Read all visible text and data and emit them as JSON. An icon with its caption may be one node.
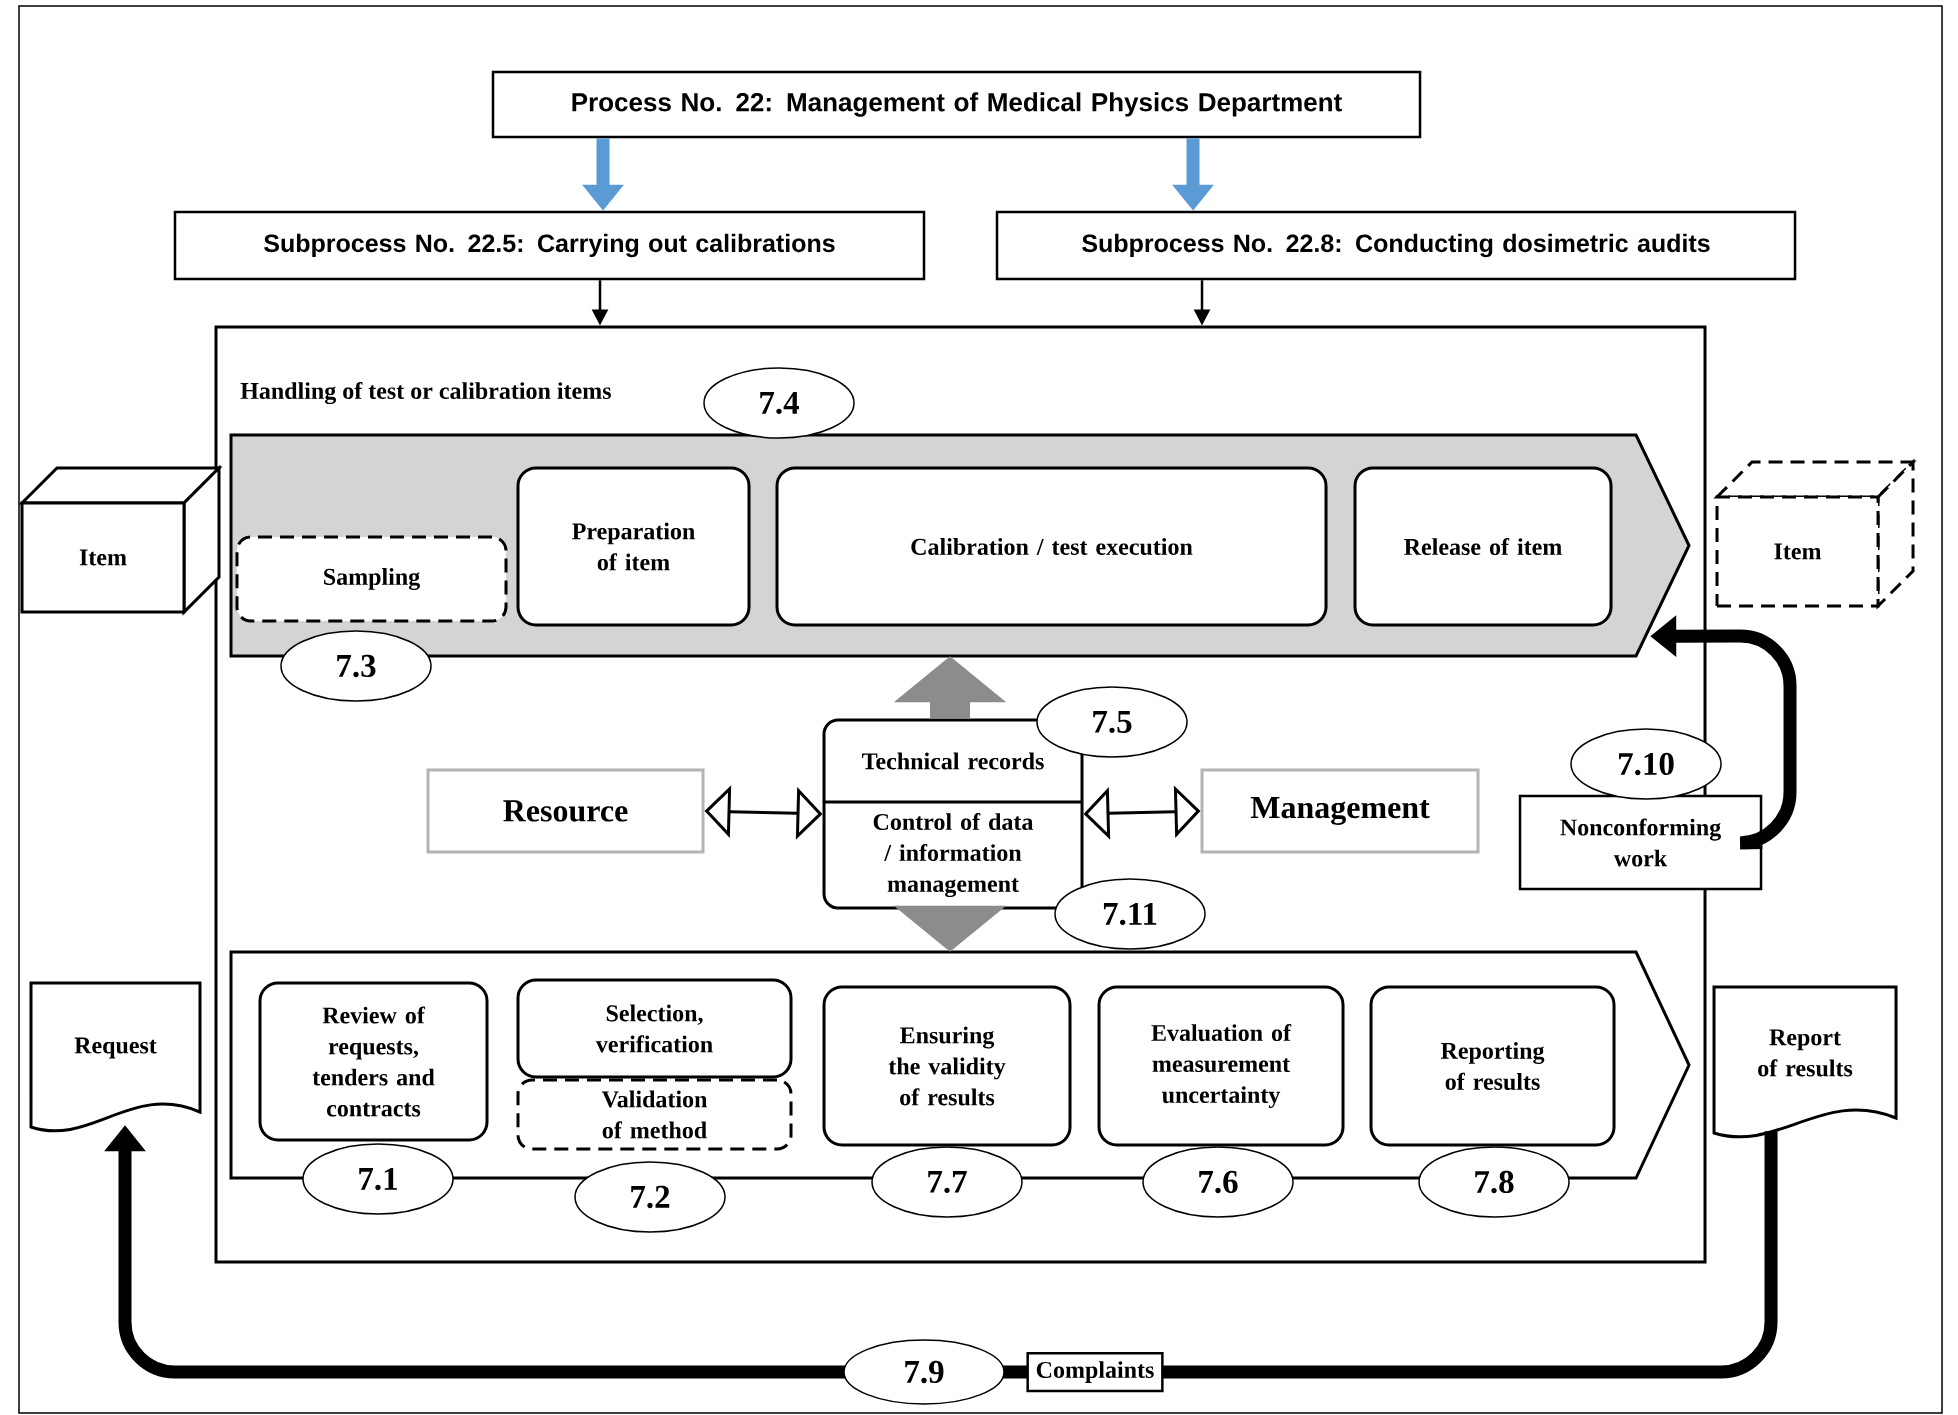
{
  "diagram": {
    "nodes": [
      {
        "text": [
          "Process No. 22: Management of Medical Physics Department"
        ]
      },
      {
        "text": [
          "Subprocess No. 22.5: Carrying out calibrations"
        ]
      },
      {
        "text": [
          "Subprocess No. 22.8: Conducting dosimetric audits"
        ]
      },
      {
        "text": [],
        "shape": "box"
      },
      {
        "text": [
          "Handling of test or calibration items"
        ],
        "in": 3
      },
      {
        "text": [
          "7.4"
        ],
        "in": 3
      },
      {
        "text": [
          "Item"
        ]
      },
      {
        "text": [
          "Sampling"
        ],
        "in": 4
      },
      {
        "text": [
          "Preparation of item"
        ],
        "in": 4
      },
      {
        "text": [
          "Calibration / test execution"
        ],
        "in": 4
      },
      {
        "text": [
          "Release of item"
        ],
        "in": 4
      },
      {
        "text": [
          "Item"
        ]
      },
      {
        "text": [
          "7.3"
        ],
        "in": 3
      },
      {
        "text": [
          "7.5"
        ],
        "in": 3
      },
      {
        "text": [
          "Technical records",
          "Control of data / information management"
        ],
        "in": 3
      },
      {
        "text": [
          "Resource"
        ],
        "in": 3
      },
      {
        "text": [
          "Management"
        ],
        "in": 3
      },
      {
        "text": [
          "7.10"
        ]
      },
      {
        "text": [
          "Nonconforming work"
        ]
      },
      {
        "text": [
          "7.11"
        ],
        "in": 3
      },
      {
        "text": [],
        "shape": "chevron",
        "in": 3
      },
      {
        "text": [
          "Request"
        ]
      },
      {
        "text": [
          "Review of requests, tenders and contracts"
        ],
        "in": 20
      },
      {
        "text": [
          "Selection, verification"
        ],
        "in": 20
      },
      {
        "text": [
          "Validation of method"
        ],
        "in": 20
      },
      {
        "text": [
          "Ensuring the validity of results"
        ],
        "in": 20
      },
      {
        "text": [
          "Evaluation of measurement uncertainty"
        ],
        "in": 20
      },
      {
        "text": [
          "Reporting of results"
        ],
        "in": 20
      },
      {
        "text": [
          "Report of results"
        ]
      },
      {
        "text": [
          "7.1"
        ],
        "in": 3
      },
      {
        "text": [
          "7.2"
        ],
        "in": 3
      },
      {
        "text": [
          "7.7"
        ],
        "in": 3
      },
      {
        "text": [
          "7.6"
        ],
        "in": 3
      },
      {
        "text": [
          "7.8"
        ],
        "in": 3
      }
    ],
    "edges": [
      {
        "from": 0,
        "to": 1,
        "arrow": "to",
        "color": "#5b9bd5"
      },
      {
        "from": 0,
        "to": 2,
        "arrow": "to",
        "color": "#5b9bd5"
      },
      {
        "from": 1,
        "to": 3,
        "arrow": "to"
      },
      {
        "from": 2,
        "to": 3,
        "arrow": "to"
      },
      {
        "from": 14,
        "to": 4,
        "arrow": "to",
        "style": "thick",
        "color": "#8c8c8c"
      },
      {
        "from": 14,
        "to": 20,
        "arrow": "to",
        "style": "thick",
        "color": "#8c8c8c"
      },
      {
        "from": 15,
        "to": 14,
        "arrow": "both"
      },
      {
        "from": 14,
        "to": 16,
        "arrow": "both"
      },
      {
        "from": 18,
        "to": 4,
        "arrow": "to"
      },
      {
        "from": 28,
        "to": 21,
        "arrow": "to",
        "label": "Complaints"
      }
    ],
    "labels": [
      "7.9"
    ]
  }
}
